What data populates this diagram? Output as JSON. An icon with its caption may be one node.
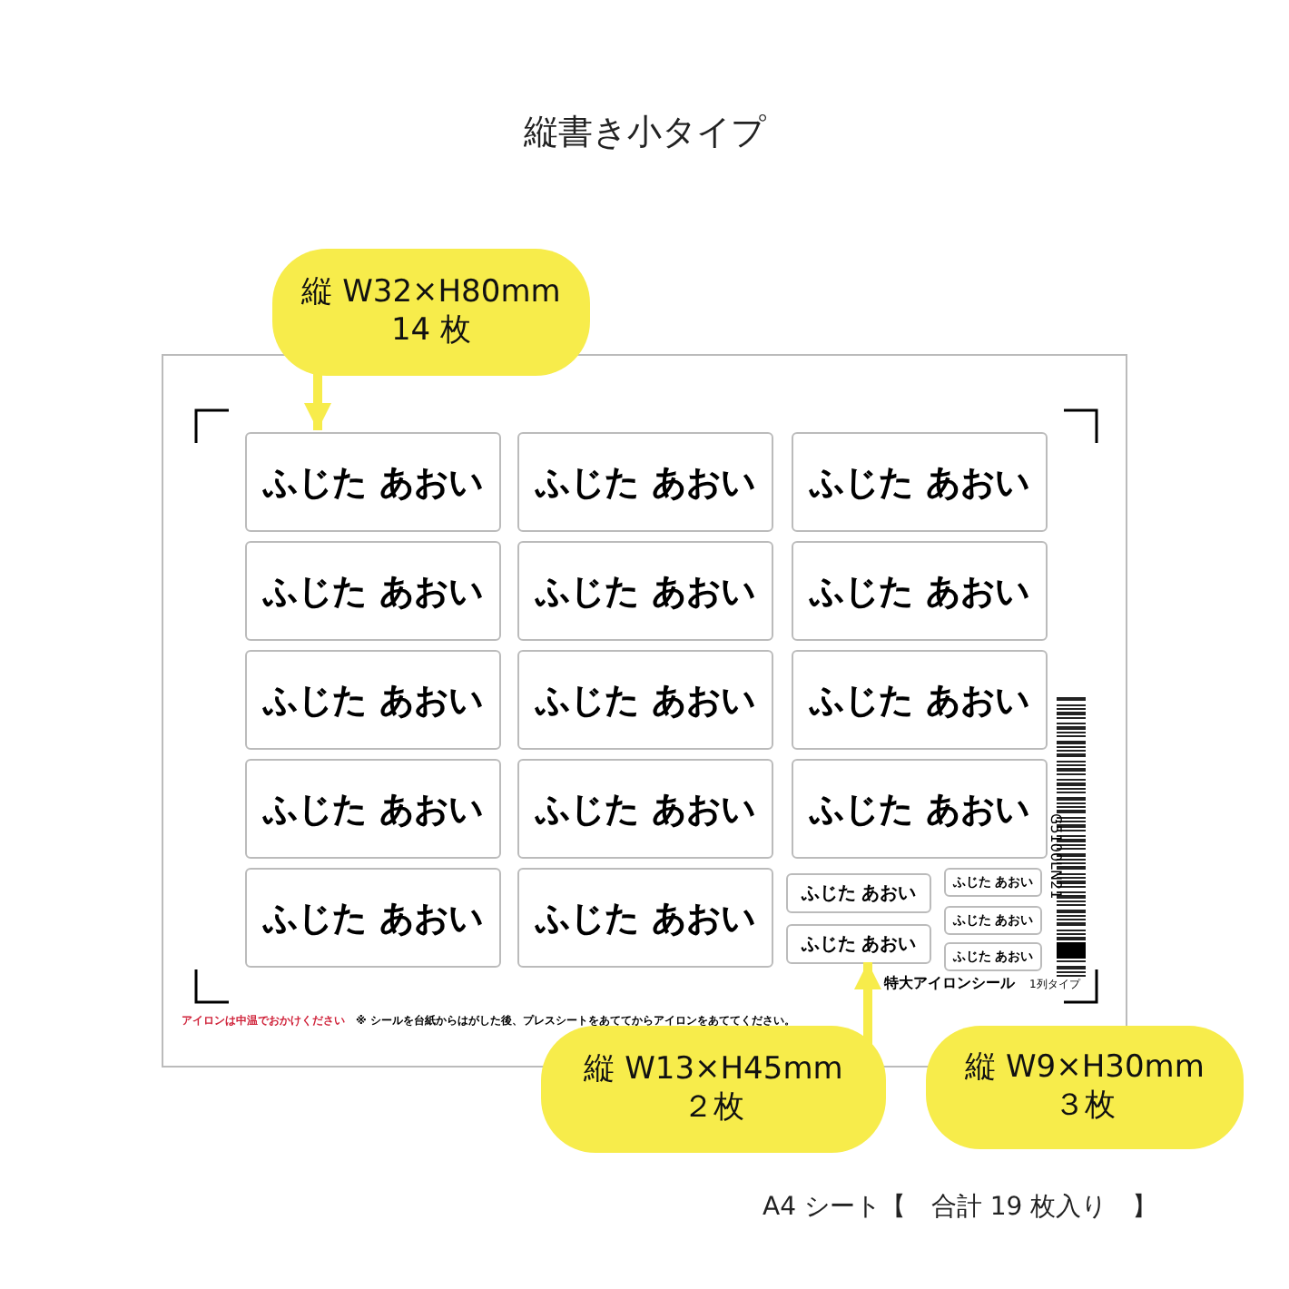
{
  "diagram": {
    "title": "縦書き小タイプ",
    "caption": "A4 シート【　合計 19 枚入り　】",
    "nodes": [
      {
        "text": [],
        "shape": "box"
      },
      {
        "text": [
          "ふじた あおい"
        ],
        "in": 0
      },
      {
        "text": [
          "ふじた あおい"
        ],
        "in": 0
      },
      {
        "text": [
          "ふじた あおい"
        ],
        "in": 0
      },
      {
        "text": [
          "ふじた あおい"
        ],
        "in": 0
      },
      {
        "text": [
          "ふじた あおい"
        ],
        "in": 0
      },
      {
        "text": [
          "ふじた あおい"
        ],
        "in": 0
      },
      {
        "text": [
          "ふじた あおい"
        ],
        "in": 0
      },
      {
        "text": [
          "ふじた あおい"
        ],
        "in": 0
      },
      {
        "text": [
          "ふじた あおい"
        ],
        "in": 0
      },
      {
        "text": [
          "ふじた あおい"
        ],
        "in": 0
      },
      {
        "text": [
          "ふじた あおい"
        ],
        "in": 0
      },
      {
        "text": [
          "ふじた あおい"
        ],
        "in": 0
      },
      {
        "text": [
          "ふじた あおい"
        ],
        "in": 0
      },
      {
        "text": [
          "ふじた あおい"
        ],
        "in": 0
      },
      {
        "text": [
          "ふじた あおい"
        ],
        "in": 0
      },
      {
        "text": [
          "ふじた あおい"
        ],
        "in": 0
      },
      {
        "text": [
          "ふじた あおい"
        ],
        "in": 0
      },
      {
        "text": [
          "ふじた あおい"
        ],
        "in": 0
      },
      {
        "text": [
          "ふじた あおい"
        ],
        "in": 0
      },
      {
        "text": [
          "縦 W32×H80mm",
          "14 枚"
        ]
      },
      {
        "text": [
          "縦 W13×H45mm",
          "２枚"
        ]
      },
      {
        "text": [
          "縦 W9×H30mm",
          "３枚"
        ]
      }
    ],
    "edges": [
      {
        "from": 20,
        "to": 1,
        "arrow": "to"
      },
      {
        "from": 21,
        "to": 16,
        "arrow": "to"
      }
    ],
    "labels": [
      "アイロンは中温でおかけください",
      "※ シールを台紙からはがした後、プレスシートをあててからアイロンをあててください。",
      "特大アイロンシール",
      "1列タイプ",
      "G5100LN21"
    ]
  }
}
